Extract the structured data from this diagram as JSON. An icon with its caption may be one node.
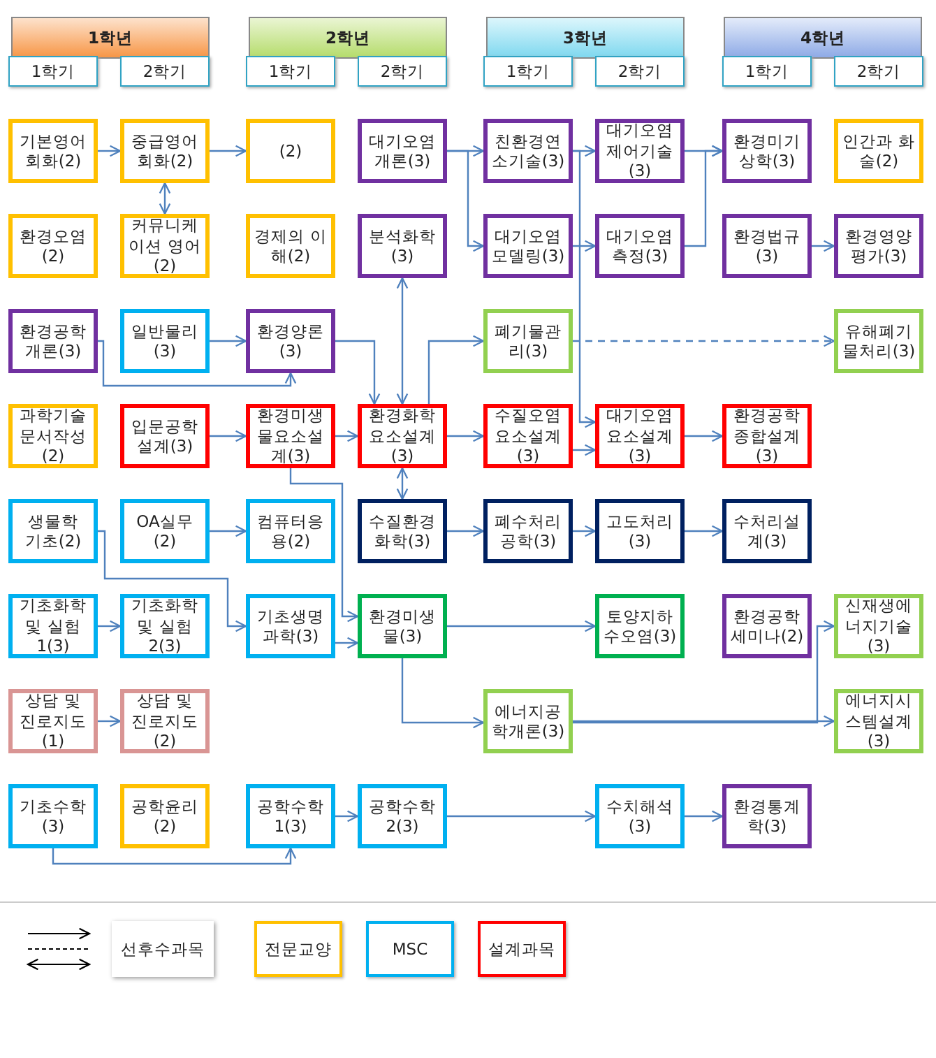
{
  "diagram": {
    "nodes": [
      {
        "text": [
          "1학년"
        ]
      },
      {
        "text": [
          "1학기"
        ]
      },
      {
        "text": [
          "2학기"
        ]
      },
      {
        "text": [
          "2학년"
        ]
      },
      {
        "text": [
          "1학기"
        ]
      },
      {
        "text": [
          "2학기"
        ]
      },
      {
        "text": [
          "3학년"
        ]
      },
      {
        "text": [
          "1학기"
        ]
      },
      {
        "text": [
          "2학기"
        ]
      },
      {
        "text": [
          "4학년"
        ]
      },
      {
        "text": [
          "1학기"
        ]
      },
      {
        "text": [
          "2학기"
        ]
      },
      {
        "text": [
          "기본영어 회화(2)"
        ]
      },
      {
        "text": [
          "중급영어 회화(2)"
        ]
      },
      {
        "text": [
          "(2)"
        ]
      },
      {
        "text": [
          "대기오염 개론(3)"
        ]
      },
      {
        "text": [
          "친환경연 소기술(3)"
        ]
      },
      {
        "text": [
          "대기오염 제어기술 (3)"
        ]
      },
      {
        "text": [
          "환경미기 상학(3)"
        ]
      },
      {
        "text": [
          "인간과 화 술(2)"
        ]
      },
      {
        "text": [
          "환경오염 (2)"
        ]
      },
      {
        "text": [
          "커뮤니케 이션 영어 (2)"
        ]
      },
      {
        "text": [
          "경제의 이 해(2)"
        ]
      },
      {
        "text": [
          "분석화학 (3)"
        ]
      },
      {
        "text": [
          "대기오염 모델링(3)"
        ]
      },
      {
        "text": [
          "대기오염 측정(3)"
        ]
      },
      {
        "text": [
          "환경법규 (3)"
        ]
      },
      {
        "text": [
          "환경영양 평가(3)"
        ]
      },
      {
        "text": [
          "환경공학 개론(3)"
        ]
      },
      {
        "text": [
          "일반물리 (3)"
        ]
      },
      {
        "text": [
          "환경양론 (3)"
        ]
      },
      {
        "text": [
          "폐기물관 리(3)"
        ]
      },
      {
        "text": [
          "유해폐기 물처리(3)"
        ]
      },
      {
        "text": [
          "과학기술 문서작성 (2)"
        ]
      },
      {
        "text": [
          "입문공학 설계(3)"
        ]
      },
      {
        "text": [
          "환경미생 물요소설 계(3)"
        ]
      },
      {
        "text": [
          "환경화학 요소설계 (3)"
        ]
      },
      {
        "text": [
          "수질오염 요소설계 (3)"
        ]
      },
      {
        "text": [
          "대기오염 요소설계 (3)"
        ]
      },
      {
        "text": [
          "환경공학 종합설계 (3)"
        ]
      },
      {
        "text": [
          "생물학 기초(2)"
        ]
      },
      {
        "text": [
          "OA실무(2)"
        ]
      },
      {
        "text": [
          "컴퓨터응 용(2)"
        ]
      },
      {
        "text": [
          "수질환경 화학(3)"
        ]
      },
      {
        "text": [
          "폐수처리 공학(3)"
        ]
      },
      {
        "text": [
          "고도처리 (3)"
        ]
      },
      {
        "text": [
          "수처리설 계(3)"
        ]
      },
      {
        "text": [
          "기초화학 및 실험 1(3)"
        ]
      },
      {
        "text": [
          "기초화학 및 실험 2(3)"
        ]
      },
      {
        "text": [
          "기초생명 과학(3)"
        ]
      },
      {
        "text": [
          "환경미생 물(3)"
        ]
      },
      {
        "text": [
          "토양지하 수오염(3)"
        ]
      },
      {
        "text": [
          "환경공학 세미나(2)"
        ]
      },
      {
        "text": [
          "신재생에 너지기술 (3)"
        ]
      },
      {
        "text": [
          "상담 및 진로지도 (1)"
        ]
      },
      {
        "text": [
          "상담 및 진로지도 (2)"
        ]
      },
      {
        "text": [
          "에너지공 학개론(3)"
        ]
      },
      {
        "text": [
          "에너지시 스템설계 (3)"
        ]
      },
      {
        "text": [
          "기초수학 (3)"
        ]
      },
      {
        "text": [
          "공학윤리 (2)"
        ]
      },
      {
        "text": [
          "공학수학 1(3)"
        ]
      },
      {
        "text": [
          "공학수학 2(3)"
        ]
      },
      {
        "text": [
          "수치해석 (3)"
        ]
      },
      {
        "text": [
          "환경통계 학(3)"
        ]
      }
    ],
    "edges": [
      {
        "from": 12,
        "to": 13,
        "arrow": "to"
      },
      {
        "from": 13,
        "to": 21,
        "arrow": "both"
      },
      {
        "from": 13,
        "to": 14,
        "arrow": "to"
      },
      {
        "from": 15,
        "to": 16,
        "arrow": "to"
      },
      {
        "from": 15,
        "to": 24,
        "arrow": "to"
      },
      {
        "from": 16,
        "to": 17,
        "arrow": "to"
      },
      {
        "from": 16,
        "to": 38,
        "arrow": "to"
      },
      {
        "from": 17,
        "to": 18,
        "arrow": "to"
      },
      {
        "from": 24,
        "to": 25,
        "arrow": "to"
      },
      {
        "from": 25,
        "to": 18,
        "arrow": "to"
      },
      {
        "from": 26,
        "to": 27,
        "arrow": "to"
      },
      {
        "from": 28,
        "to": 30,
        "arrow": "to"
      },
      {
        "from": 29,
        "to": 30,
        "arrow": "to"
      },
      {
        "from": 30,
        "to": 36,
        "arrow": "to"
      },
      {
        "from": 23,
        "to": 36,
        "arrow": "both"
      },
      {
        "from": 36,
        "to": 31,
        "arrow": "to"
      },
      {
        "from": 31,
        "to": 32,
        "arrow": "to",
        "style": "dashed"
      },
      {
        "from": 34,
        "to": 35,
        "arrow": "to"
      },
      {
        "from": 35,
        "to": 36,
        "arrow": "to"
      },
      {
        "from": 36,
        "to": 37,
        "arrow": "to"
      },
      {
        "from": 37,
        "to": 38,
        "arrow": "to"
      },
      {
        "from": 38,
        "to": 39,
        "arrow": "to"
      },
      {
        "from": 36,
        "to": 43,
        "arrow": "both"
      },
      {
        "from": 35,
        "to": 50,
        "arrow": "to"
      },
      {
        "from": 40,
        "to": 49,
        "arrow": "to"
      },
      {
        "from": 41,
        "to": 42,
        "arrow": "to"
      },
      {
        "from": 43,
        "to": 44,
        "arrow": "to"
      },
      {
        "from": 44,
        "to": 45,
        "arrow": "to"
      },
      {
        "from": 45,
        "to": 46,
        "arrow": "to"
      },
      {
        "from": 47,
        "to": 48,
        "arrow": "to"
      },
      {
        "from": 49,
        "to": 50,
        "arrow": "to"
      },
      {
        "from": 50,
        "to": 51,
        "arrow": "to"
      },
      {
        "from": 50,
        "to": 56,
        "arrow": "to"
      },
      {
        "from": 56,
        "to": 57,
        "arrow": "to"
      },
      {
        "from": 56,
        "to": 53,
        "arrow": "to"
      },
      {
        "from": 54,
        "to": 55,
        "arrow": "to"
      },
      {
        "from": 58,
        "to": 60,
        "arrow": "to"
      },
      {
        "from": 60,
        "to": 61,
        "arrow": "to"
      },
      {
        "from": 61,
        "to": 62,
        "arrow": "to"
      },
      {
        "from": 62,
        "to": 63,
        "arrow": "to"
      }
    ],
    "legend": [
      {
        "text": "선후수과목"
      },
      {
        "text": "전문교양",
        "color": "#ffc000"
      },
      {
        "text": "MSC",
        "color": "#00b0f0"
      },
      {
        "text": "설계과목",
        "color": "#ff0000"
      }
    ]
  }
}
